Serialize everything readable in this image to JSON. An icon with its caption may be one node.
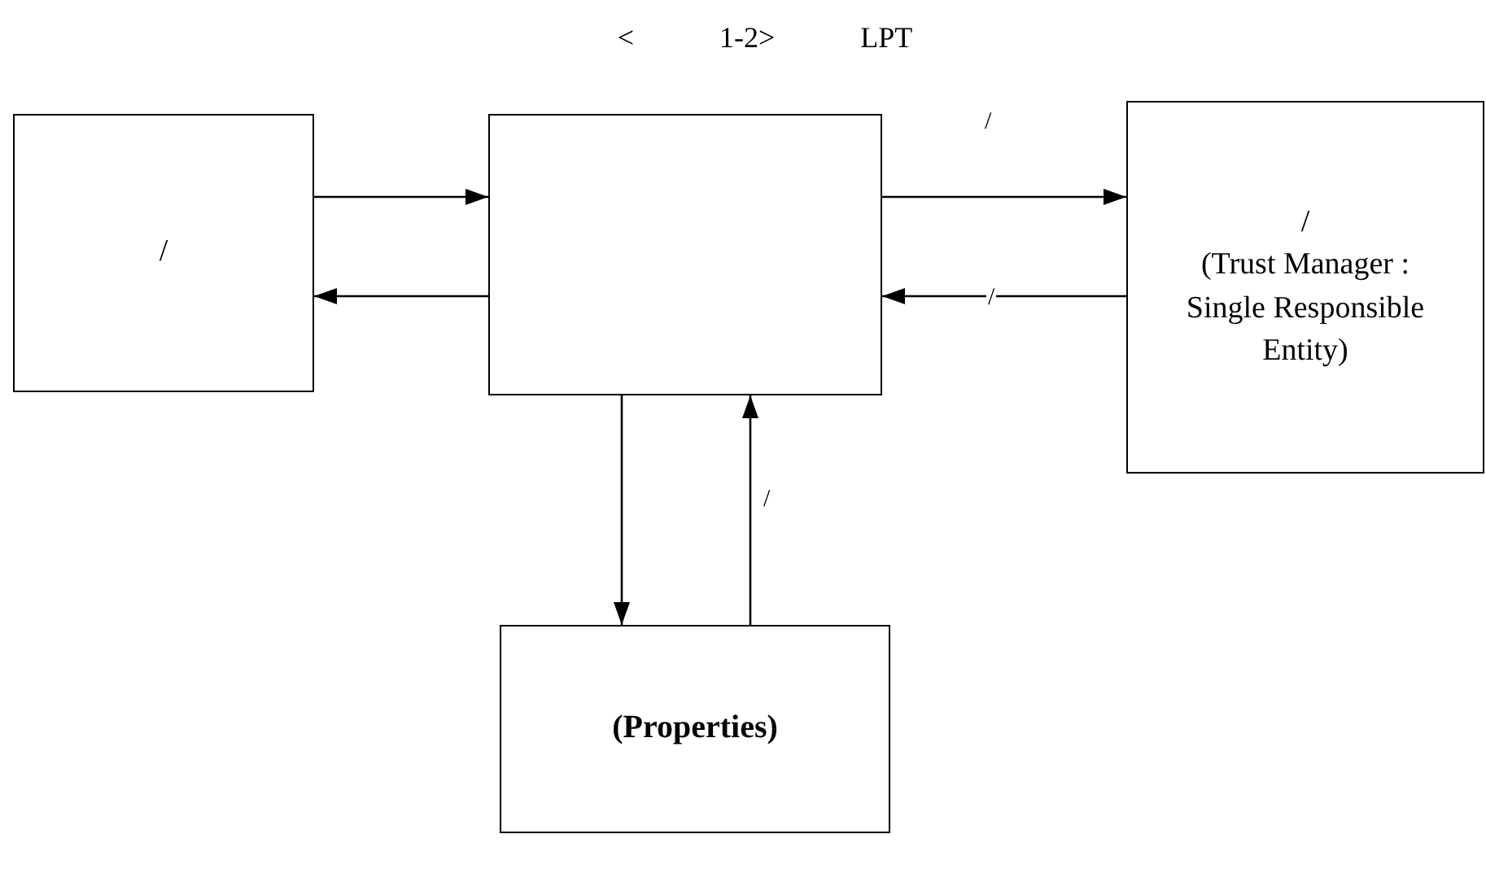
{
  "diagram": {
    "title": "< 1-2> LPT",
    "nodes": [
      {
        "text": [
          "/"
        ]
      },
      {
        "text": [],
        "shape": "box"
      },
      {
        "text": [
          "/",
          "(Trust Manager : Single Responsible Entity)"
        ]
      },
      {
        "text": [
          "(Properties)"
        ]
      }
    ],
    "edges": [
      {
        "from": 0,
        "to": 1,
        "arrow": "to"
      },
      {
        "from": 1,
        "to": 0,
        "arrow": "to"
      },
      {
        "from": 1,
        "to": 2,
        "arrow": "to",
        "label": "/"
      },
      {
        "from": 2,
        "to": 1,
        "arrow": "to",
        "label": "/"
      },
      {
        "from": 1,
        "to": 3,
        "arrow": "to"
      },
      {
        "from": 3,
        "to": 1,
        "arrow": "to",
        "label": "/"
      }
    ]
  }
}
